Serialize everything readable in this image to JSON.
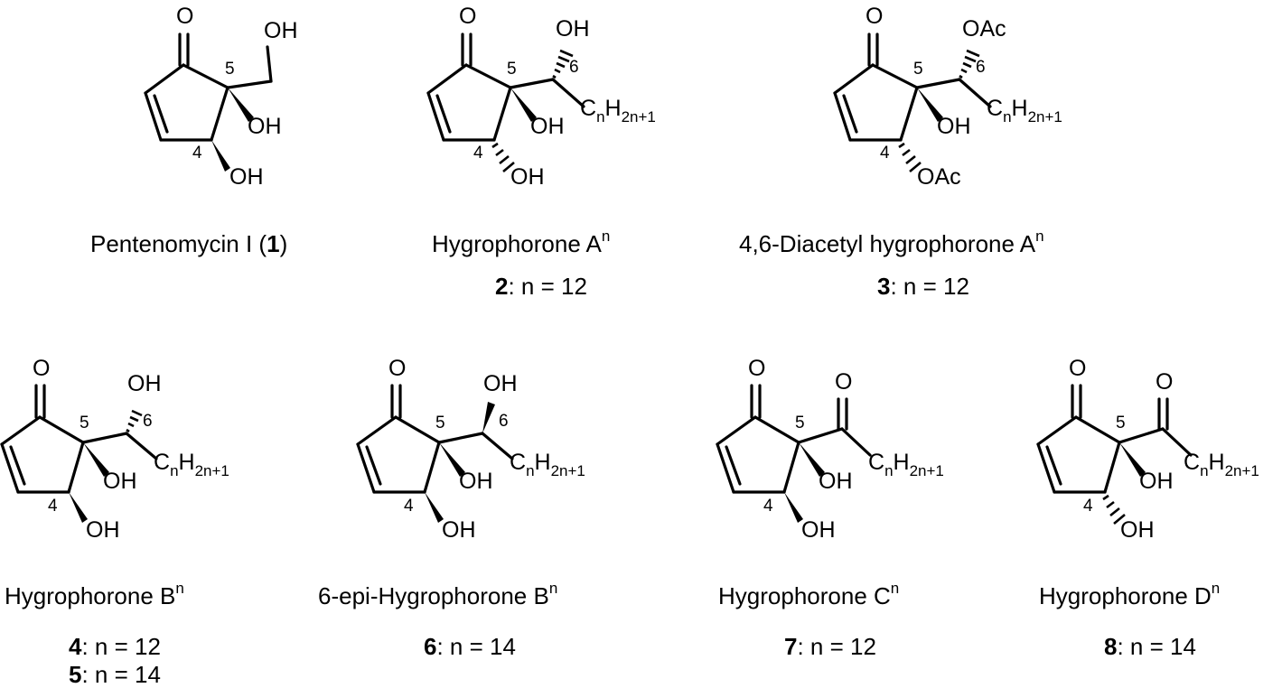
{
  "atom_text": {
    "O": "O",
    "OH": "OH",
    "OAc": "OAc",
    "C": "C",
    "H": "H",
    "n": "n",
    "two_n_plus_1": "2n+1"
  },
  "locants": {
    "c4": "4",
    "c5": "5",
    "c6": "6"
  },
  "compounds": [
    {
      "name": "Pentenomycin I (",
      "number": "1",
      "suffix": ")"
    },
    {
      "name": "Hygrophorone A",
      "sup": "n",
      "entries": [
        {
          "number": "2",
          "text": ": n = 12"
        }
      ]
    },
    {
      "name": "4,6-Diacetyl hygrophorone A",
      "sup": "n",
      "entries": [
        {
          "number": "3",
          "text": ": n = 12"
        }
      ]
    },
    {
      "name": "Hygrophorone B",
      "sup": "n",
      "entries": [
        {
          "number": "4",
          "text": ": n = 12"
        },
        {
          "number": "5",
          "text": ": n = 14"
        }
      ]
    },
    {
      "name": "6-epi-Hygrophorone B",
      "sup": "n",
      "entries": [
        {
          "number": "6",
          "text": ": n = 14"
        }
      ]
    },
    {
      "name": "Hygrophorone C",
      "sup": "n",
      "entries": [
        {
          "number": "7",
          "text": ": n = 12"
        }
      ]
    },
    {
      "name": "Hygrophorone D",
      "sup": "n",
      "entries": [
        {
          "number": "8",
          "text": ": n = 14"
        }
      ]
    }
  ]
}
